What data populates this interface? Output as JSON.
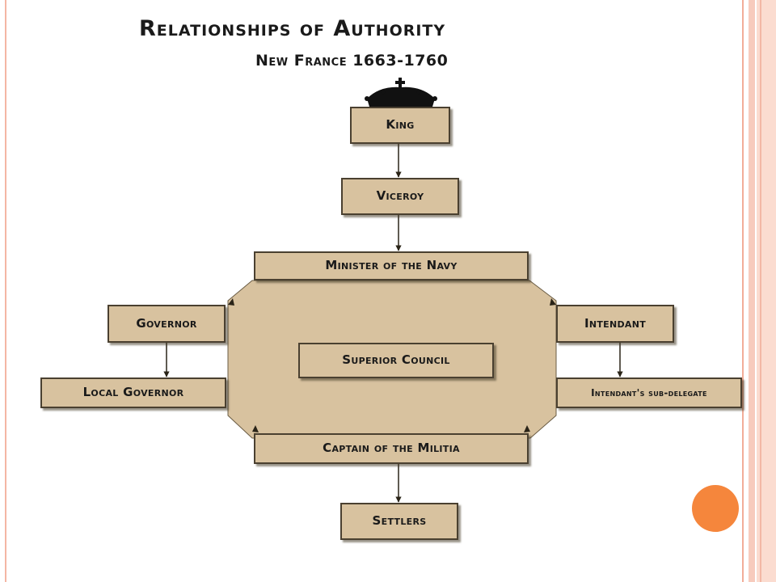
{
  "title": "Relationships of Authority",
  "subtitle": "New France 1663-1760",
  "nodes": {
    "king": "King",
    "viceroy": "Viceroy",
    "minister": "Minister of the Navy",
    "governor": "Governor",
    "intendant": "Intendant",
    "superior_council": "Superior Council",
    "local_governor": "Local Governor",
    "subdelegate": "Intendant's sub-delegate",
    "captain": "Captain of the Militia",
    "settlers": "Settlers"
  },
  "colors": {
    "box_fill": "#d8c29f",
    "box_border": "#4a4030",
    "octagon_fill": "#d8c29f",
    "accent_dot": "#f5863c"
  },
  "icons": {
    "crown": "crown-icon"
  }
}
